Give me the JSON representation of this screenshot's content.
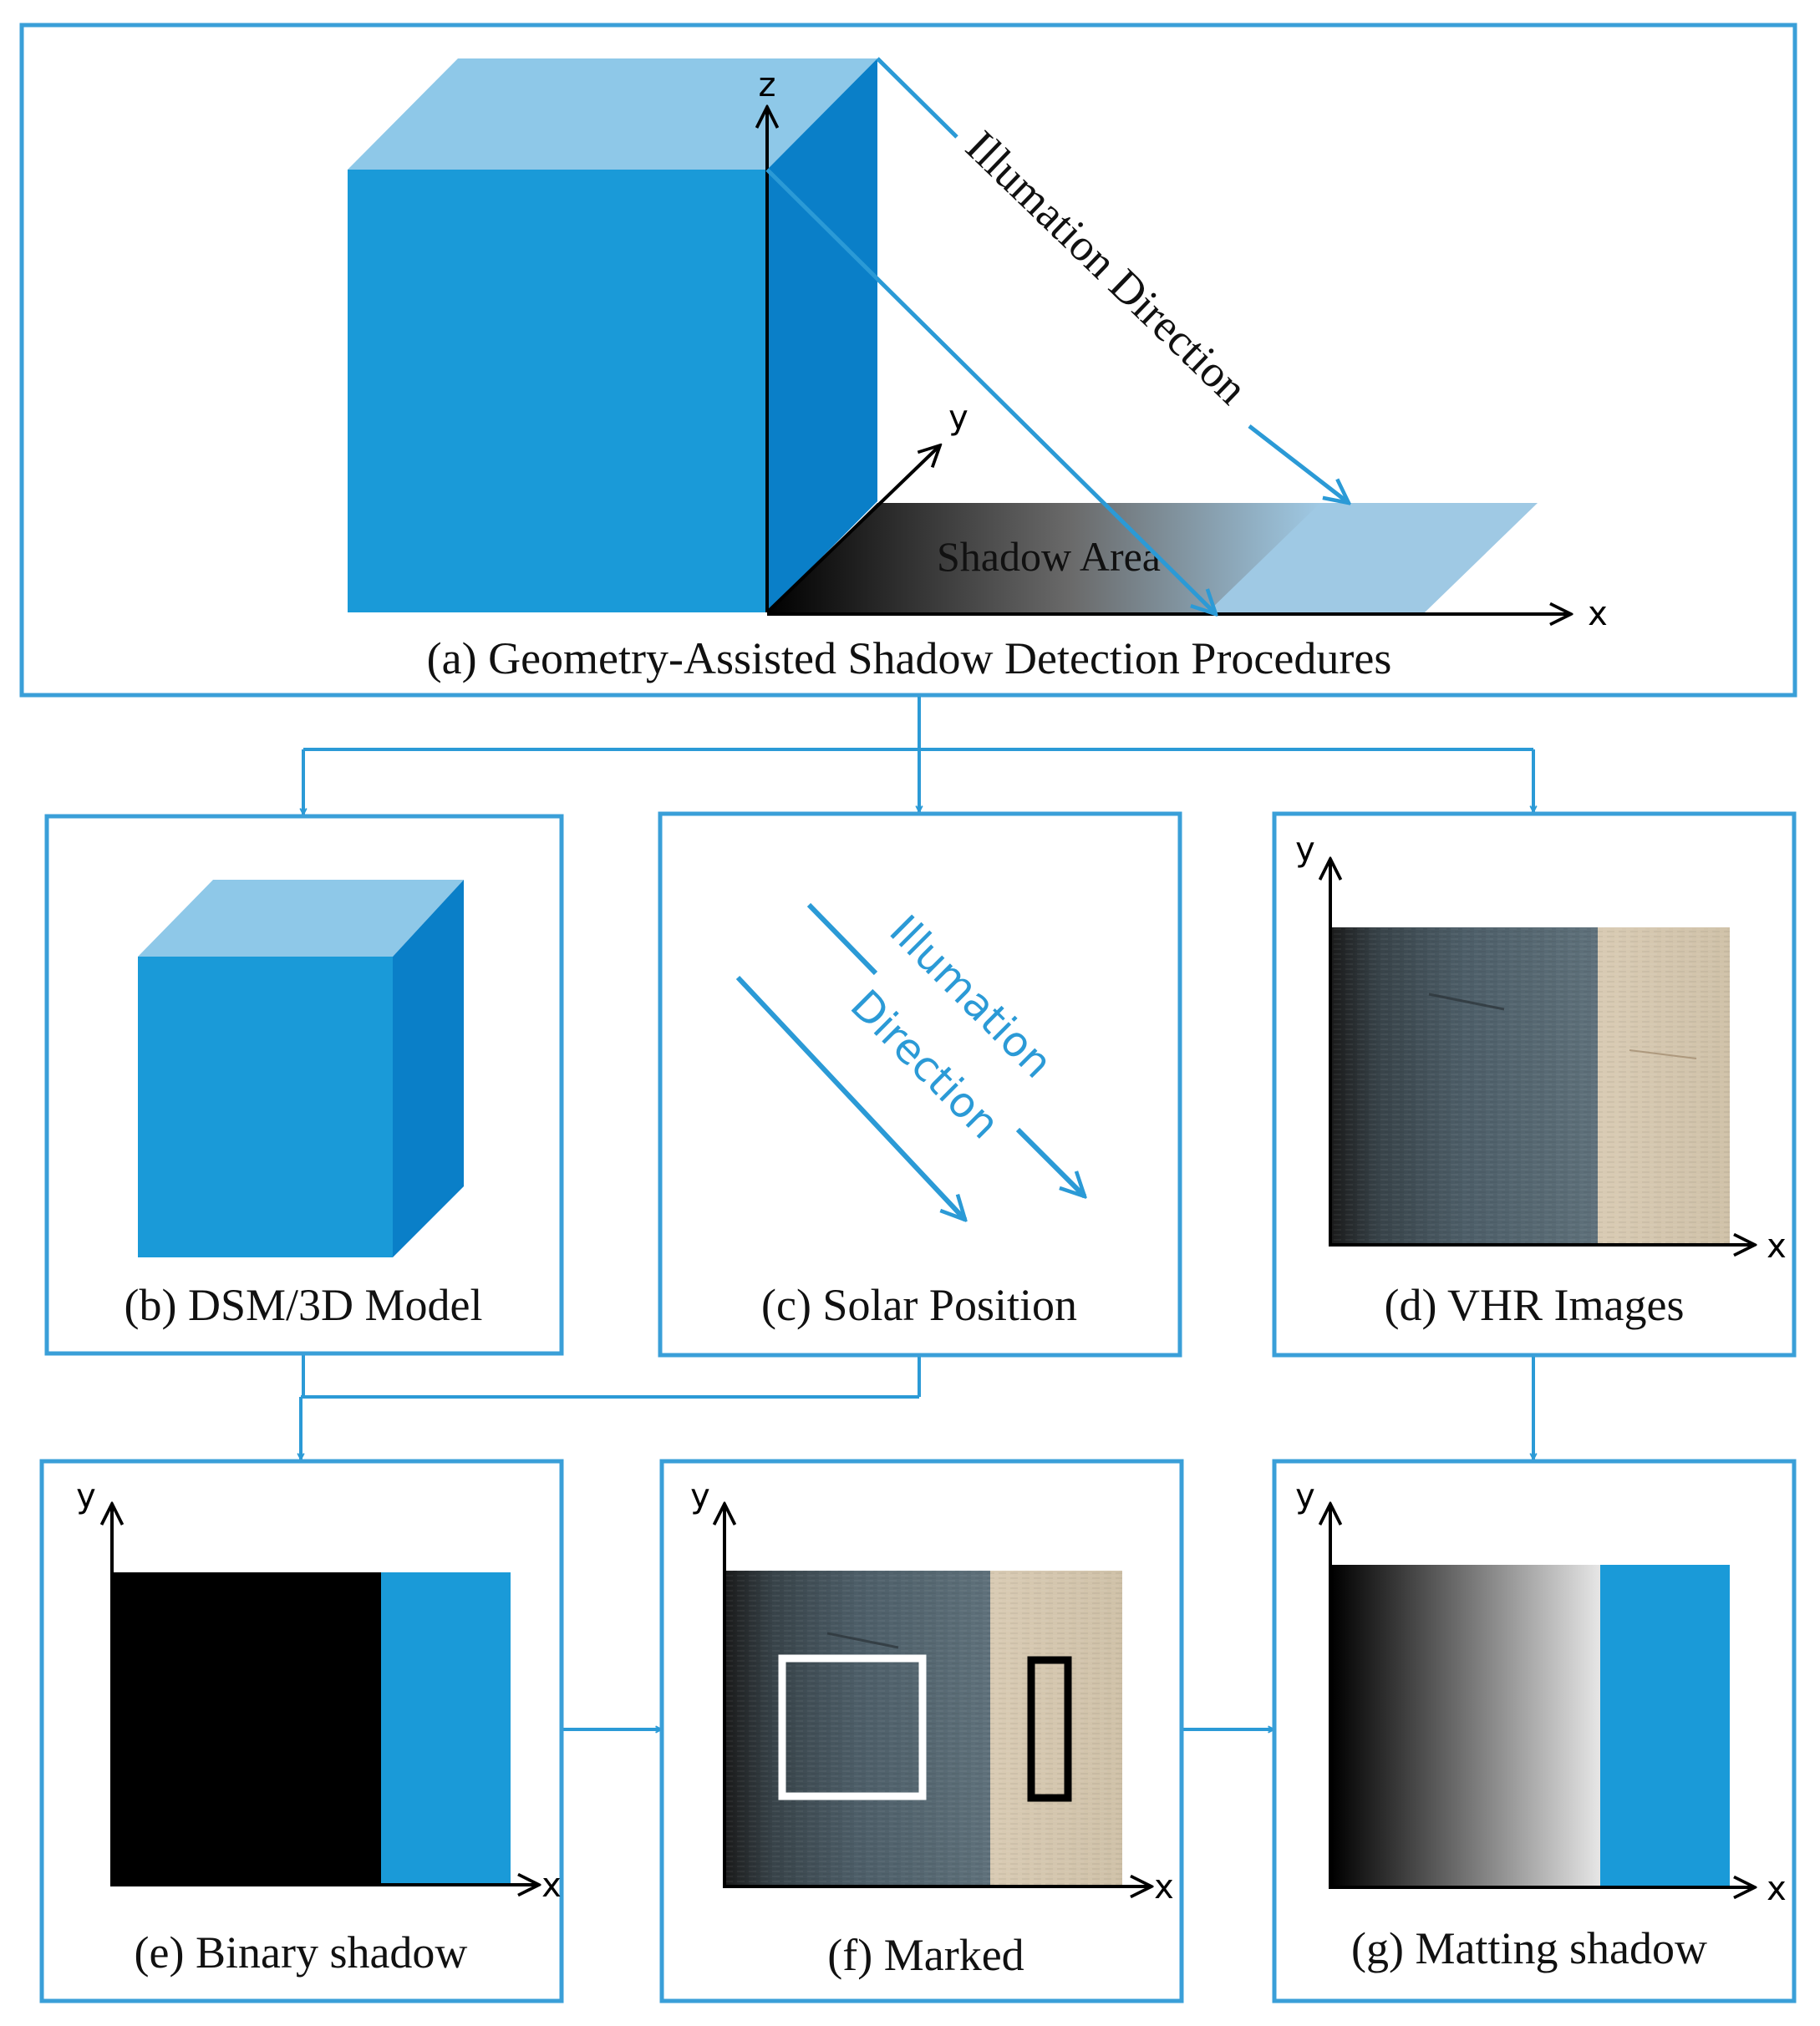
{
  "panel_a": {
    "caption": "(a) Geometry-Assisted Shadow Detection Procedures",
    "illumination_label": "Illumation Direction",
    "shadow_label": "Shadow Area",
    "axis_x": "x",
    "axis_y": "y",
    "axis_z": "z"
  },
  "panel_b": {
    "caption": "(b) DSM/3D Model"
  },
  "panel_c": {
    "caption": "(c) Solar Position",
    "label_line1": "Illumation",
    "label_line2": "Direction"
  },
  "panel_d": {
    "caption": "(d) VHR Images",
    "axis_x": "x",
    "axis_y": "y"
  },
  "panel_e": {
    "caption": "(e) Binary shadow",
    "axis_x": "x",
    "axis_y": "y"
  },
  "panel_f": {
    "caption": "(f) Marked",
    "axis_x": "x",
    "axis_y": "y"
  },
  "panel_g": {
    "caption": "(g) Matting shadow",
    "axis_x": "x",
    "axis_y": "y"
  },
  "colors": {
    "frame": "#3a9fd8",
    "cube_front": "#1a9ad8",
    "cube_top": "#8ec8e8",
    "cube_side": "#0a7fc8",
    "arrow": "#2b9ad6"
  }
}
